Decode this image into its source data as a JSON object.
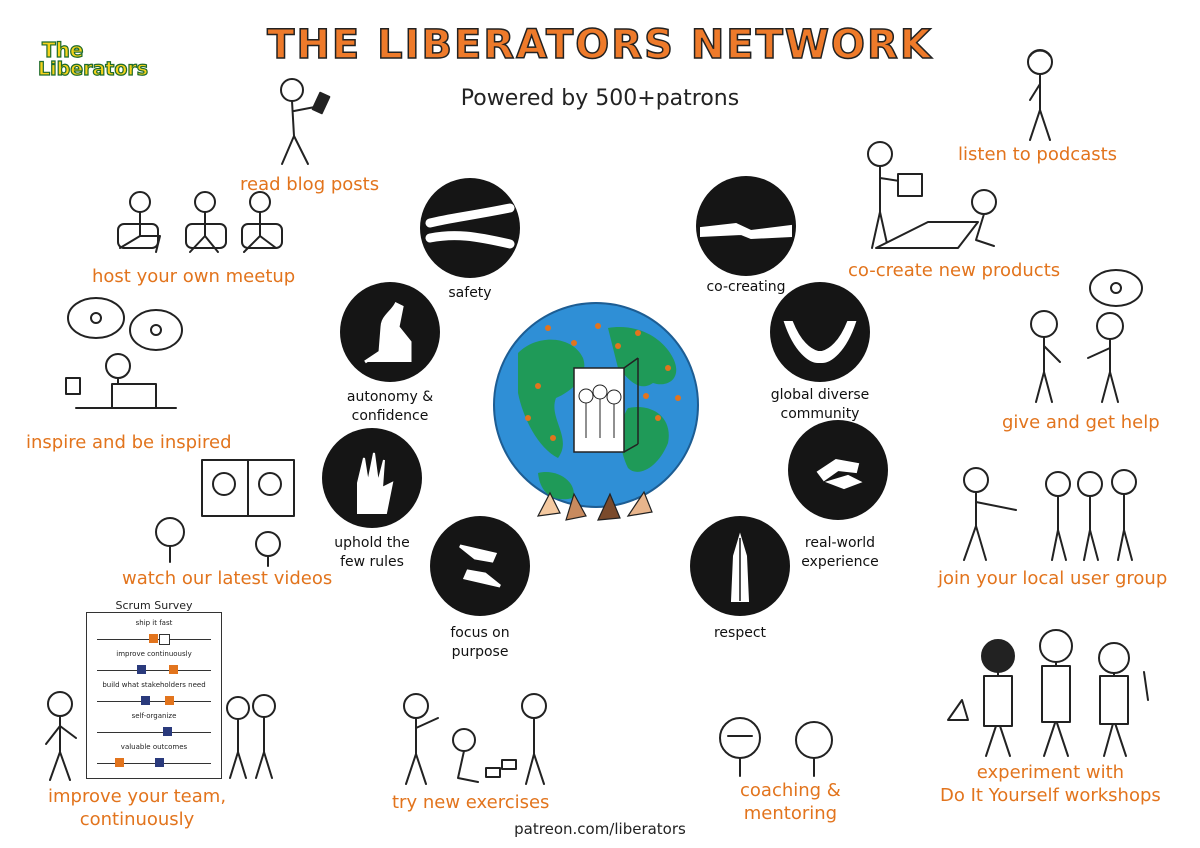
{
  "header": {
    "title": "THE LIBERATORS NETWORK",
    "subtitle": "Powered by 500+patrons"
  },
  "logo": {
    "line1": "The",
    "line2": "Liberators"
  },
  "center": {
    "icon": "globe-icon"
  },
  "values": {
    "safety": "safety",
    "autonomy": [
      "autonomy &",
      "confidence"
    ],
    "uphold": [
      "uphold the",
      "few rules"
    ],
    "focus": [
      "focus on",
      "purpose"
    ],
    "co_creating": "co-creating",
    "global": [
      "global diverse",
      "community"
    ],
    "real_world": [
      "real-world",
      "experience"
    ],
    "respect": "respect"
  },
  "activities": {
    "blog": "read blog posts",
    "meetup": "host your own meetup",
    "inspire": "inspire and be inspired",
    "videos": "watch our latest videos",
    "team": [
      "improve your team,",
      "continuously"
    ],
    "exercises": "try new exercises",
    "coaching": [
      "coaching &",
      "mentoring"
    ],
    "workshops": [
      "experiment with",
      "Do It Yourself workshops"
    ],
    "usergroup": "join your local user group",
    "help": "give and get help",
    "products": "co-create new products",
    "podcasts": "listen to podcasts"
  },
  "survey": {
    "title": "Scrum Survey",
    "rows": [
      "ship it fast",
      "improve continuously",
      "build what stakeholders need",
      "self-organize",
      "valuable outcomes"
    ]
  },
  "footer": {
    "url": "patreon.com/liberators"
  },
  "colors": {
    "accent": "#e2741d",
    "title": "#ee7a2a",
    "circle": "#151515",
    "ocean": "#2f8fd6",
    "land": "#1f9a58"
  }
}
